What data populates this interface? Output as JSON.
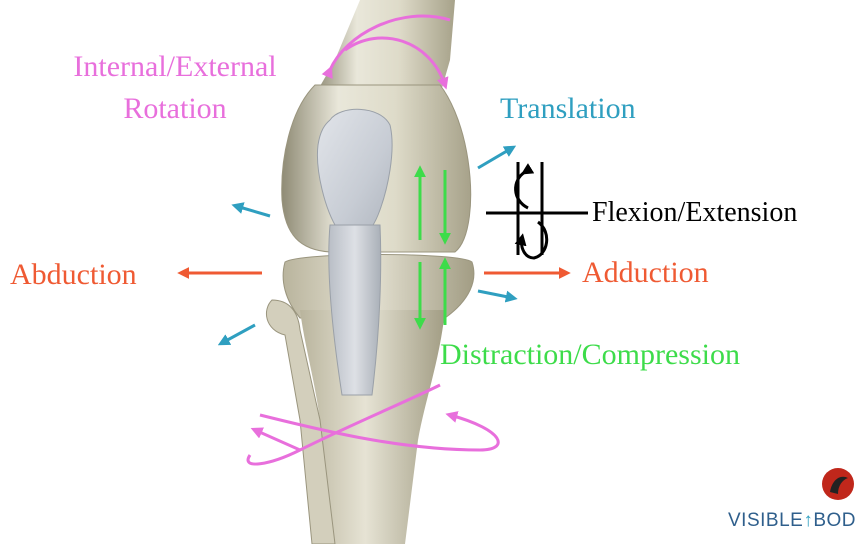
{
  "labels": {
    "rotation": "Internal/External Rotation",
    "rotation_line1": "Internal/External",
    "rotation_line2": "Rotation",
    "translation": "Translation",
    "flexion_extension": "Flexion/Extension",
    "abduction": "Abduction",
    "adduction": "Adduction",
    "distraction_compression": "Distraction/Compression"
  },
  "logo": {
    "text_part1": "Visible",
    "text_part2": "Bod"
  },
  "colors": {
    "rotation": "#e86fdc",
    "translation": "#2f9fc0",
    "flexion": "#000000",
    "ab_adduction": "#ef5a33",
    "distraction": "#3ddc4a",
    "bone_light": "#e8e6da",
    "bone_shadow": "#b6b29e",
    "logo_text": "#2f5f8c",
    "logo_red": "#c0271b"
  }
}
